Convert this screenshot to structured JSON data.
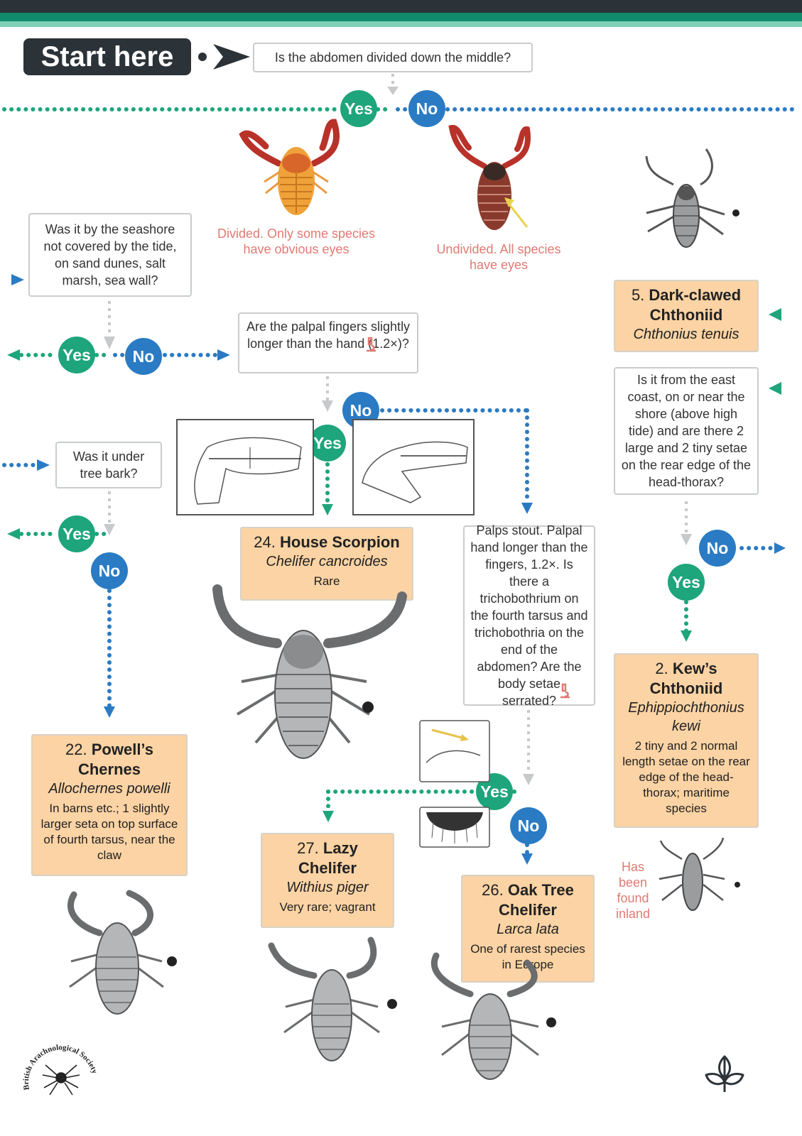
{
  "colors": {
    "dark": "#2b3238",
    "green": "#1ea57b",
    "blue": "#2a7bc4",
    "orange_box": "#fbd3a4",
    "caption_red": "#e07a73"
  },
  "start": {
    "label": "Start here"
  },
  "questions": {
    "q_divided": "Is the abdomen divided down the middle?",
    "q_seashore": "Was it by the seashore not covered by the tide, on sand dunes, salt marsh, sea wall?",
    "q_palpal": "Are the palpal fingers slightly longer than the hand (1.2×)?",
    "q_bark": "Was it under tree bark?",
    "q_eastcoast": "Is it from the east coast, on or near the shore (above high tide) and are there 2 large and 2 tiny setae on the rear edge of the head-thorax?",
    "q_palps": "Palps stout. Palpal hand longer than the fingers, 1.2×. Is there a trichobothrium on the fourth tarsus and trichobothria on the end of the abdomen? Are the body setae serrated?"
  },
  "answers": {
    "yes": "Yes",
    "no": "No"
  },
  "captions": {
    "divided": "Divided. Only some species have obvious eyes",
    "undivided": "Undivided. All species have eyes",
    "inland": "Has been found inland"
  },
  "species": [
    {
      "num": "5.",
      "name": "Dark-clawed Chthoniid",
      "latin": "Chthonius tenuis",
      "desc": ""
    },
    {
      "num": "24.",
      "name": "House Scorpion",
      "latin": "Chelifer cancroides",
      "desc": "Rare"
    },
    {
      "num": "2.",
      "name": "Kew’s Chthoniid",
      "latin": "Ephippiochthonius kewi",
      "desc": "2 tiny and 2 normal length setae on the rear edge of the head-thorax; maritime species"
    },
    {
      "num": "22.",
      "name": "Powell’s Chernes",
      "latin": "Allochernes powelli",
      "desc": "In barns etc.; 1 slightly larger seta on top surface of fourth tarsus, near the claw"
    },
    {
      "num": "27.",
      "name": "Lazy Chelifer",
      "latin": "Withius piger",
      "desc": "Very rare; vagrant"
    },
    {
      "num": "26.",
      "name": "Oak Tree Chelifer",
      "latin": "Larca lata",
      "desc": "One of rarest species in Europe"
    }
  ],
  "icons": {
    "microscope": "microscope-icon",
    "logo": "british-arachnological-society-logo",
    "leaf": "leaf-logo-icon"
  },
  "logo_text": "British Arachnological Society"
}
